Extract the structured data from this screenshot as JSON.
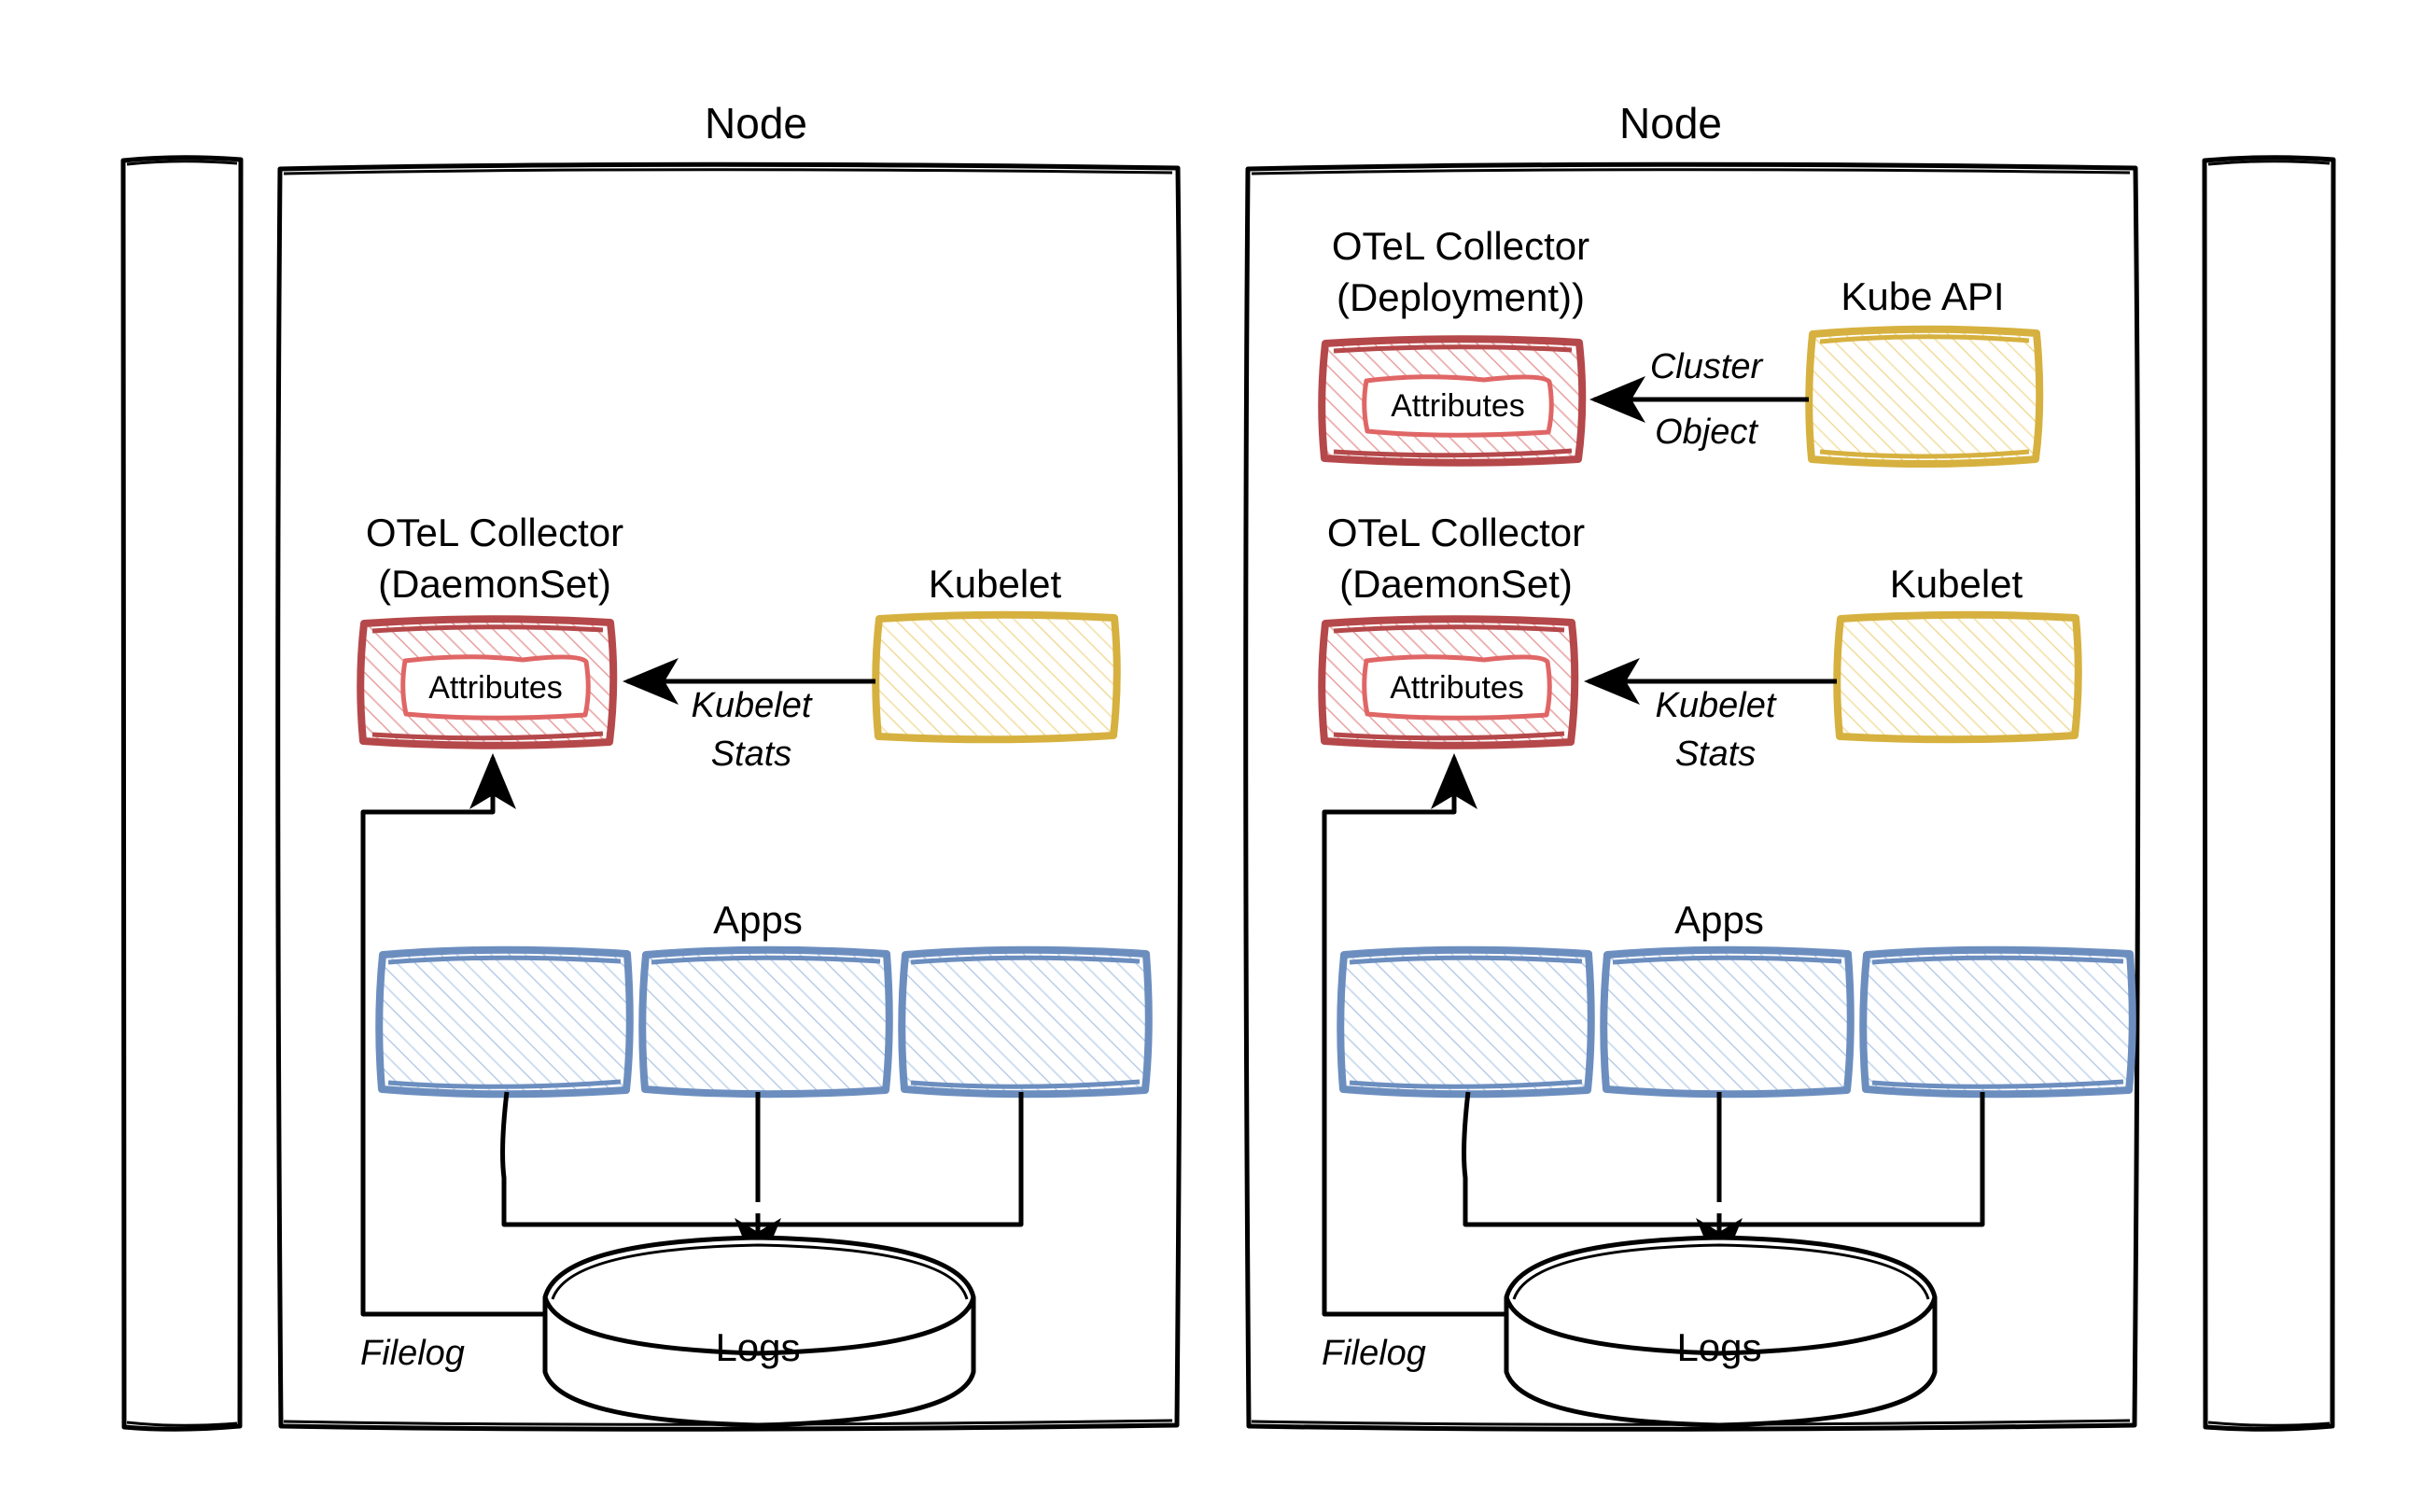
{
  "diagram": {
    "title": "Kubernetes OpenTelemetry Collector topology",
    "colors": {
      "node_border": "#000000",
      "collector_border": "#b5484a",
      "collector_hatch": "#e8a0a0",
      "attributes_border": "#e06666",
      "kubelet_border": "#d6b13f",
      "kubelet_hatch": "#f0dc9a",
      "app_border": "#6c8ebf",
      "app_hatch": "#b9cde8",
      "arrow": "#000000",
      "background": "#ffffff"
    },
    "edge_nodes": [
      {
        "name": "partial-node-left",
        "label": ""
      },
      {
        "name": "partial-node-right",
        "label": ""
      }
    ],
    "nodes": [
      {
        "title": "Node",
        "apps_label": "Apps",
        "apps": [
          {
            "label": ""
          },
          {
            "label": ""
          },
          {
            "label": ""
          }
        ],
        "collectors": [
          {
            "name": "daemonset-collector",
            "title_line1": "OTeL Collector",
            "title_line2": "(DaemonSet)",
            "inner_label": "Attributes"
          }
        ],
        "sources": [
          {
            "name": "kubelet",
            "label": "Kubelet",
            "edge_line1": "Kubelet",
            "edge_line2": "Stats"
          }
        ],
        "store": {
          "label": "Logs"
        },
        "filelog_label": "Filelog"
      },
      {
        "title": "Node",
        "apps_label": "Apps",
        "apps": [
          {
            "label": ""
          },
          {
            "label": ""
          },
          {
            "label": ""
          }
        ],
        "collectors": [
          {
            "name": "deployment-collector",
            "title_line1": "OTeL Collector",
            "title_line2": "(Deployment))",
            "inner_label": "Attributes"
          },
          {
            "name": "daemonset-collector",
            "title_line1": "OTeL Collector",
            "title_line2": "(DaemonSet)",
            "inner_label": "Attributes"
          }
        ],
        "sources": [
          {
            "name": "kube-api",
            "label": "Kube API",
            "edge_line1": "Cluster",
            "edge_line2": "Object"
          },
          {
            "name": "kubelet",
            "label": "Kubelet",
            "edge_line1": "Kubelet",
            "edge_line2": "Stats"
          }
        ],
        "store": {
          "label": "Logs"
        },
        "filelog_label": "Filelog"
      }
    ]
  }
}
